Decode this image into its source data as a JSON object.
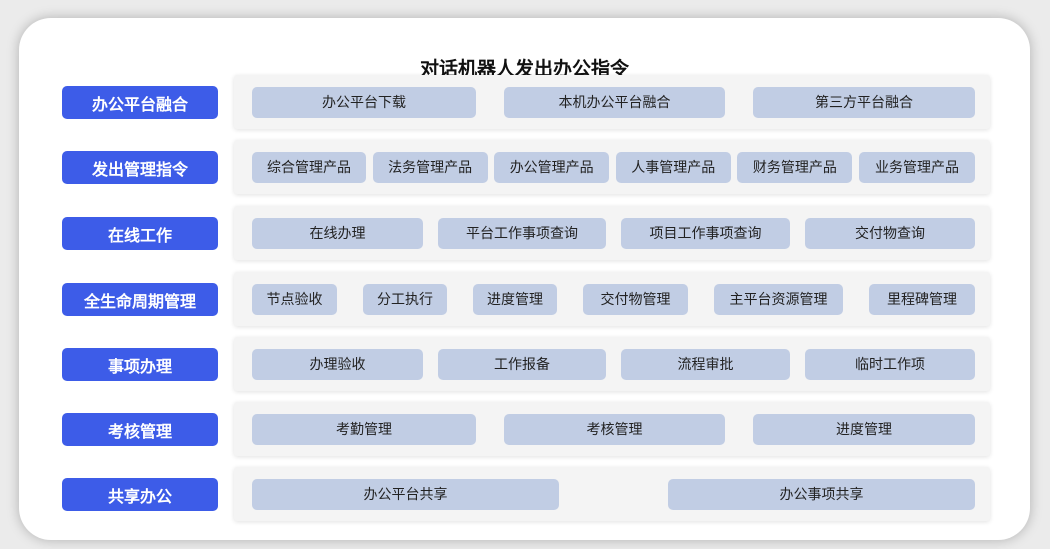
{
  "title": "对话机器人发出办公指令",
  "rows": [
    {
      "label": "办公平台融合",
      "items": [
        "办公平台下载",
        "本机办公平台融合",
        "第三方平台融合"
      ]
    },
    {
      "label": "发出管理指令",
      "items": [
        "综合管理产品",
        "法务管理产品",
        "办公管理产品",
        "人事管理产品",
        "财务管理产品",
        "业务管理产品"
      ]
    },
    {
      "label": "在线工作",
      "items": [
        "在线办理",
        "平台工作事项查询",
        "项目工作事项查询",
        "交付物查询"
      ]
    },
    {
      "label": "全生命周期管理",
      "items": [
        "节点验收",
        "分工执行",
        "进度管理",
        "交付物管理",
        "主平台资源管理",
        "里程碑管理"
      ]
    },
    {
      "label": "事项办理",
      "items": [
        "办理验收",
        "工作报备",
        "流程审批",
        "临时工作项"
      ]
    },
    {
      "label": "考核管理",
      "items": [
        "考勤管理",
        "考核管理",
        "进度管理"
      ]
    },
    {
      "label": "共享办公",
      "items": [
        "办公平台共享",
        "办公事项共享"
      ]
    }
  ]
}
